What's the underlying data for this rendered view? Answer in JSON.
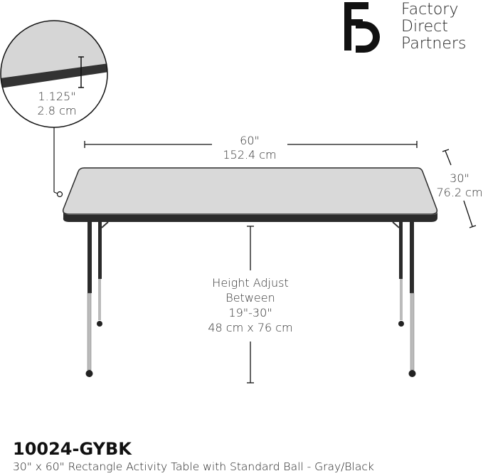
{
  "brand": {
    "lines": [
      "Factory",
      "Direct",
      "Partners"
    ],
    "logo_letters": "FDP"
  },
  "thickness": {
    "inches": "1.125\"",
    "cm": "2.8 cm"
  },
  "length": {
    "inches": "60\"",
    "cm": "152.4 cm"
  },
  "width": {
    "inches": "30\"",
    "cm": "76.2 cm"
  },
  "height": {
    "line1": "Height Adjust",
    "line2": "Between",
    "line3": "19\"-30\"",
    "line4": "48 cm x 76 cm"
  },
  "product": {
    "sku": "10024-GYBK",
    "description": "30\" x 60\" Rectangle Activity Table with Standard Ball - Gray/Black"
  },
  "colors": {
    "top": "#d9d9d9",
    "edge": "#2b2b2b",
    "leg_chrome": "#b8b8b8"
  }
}
